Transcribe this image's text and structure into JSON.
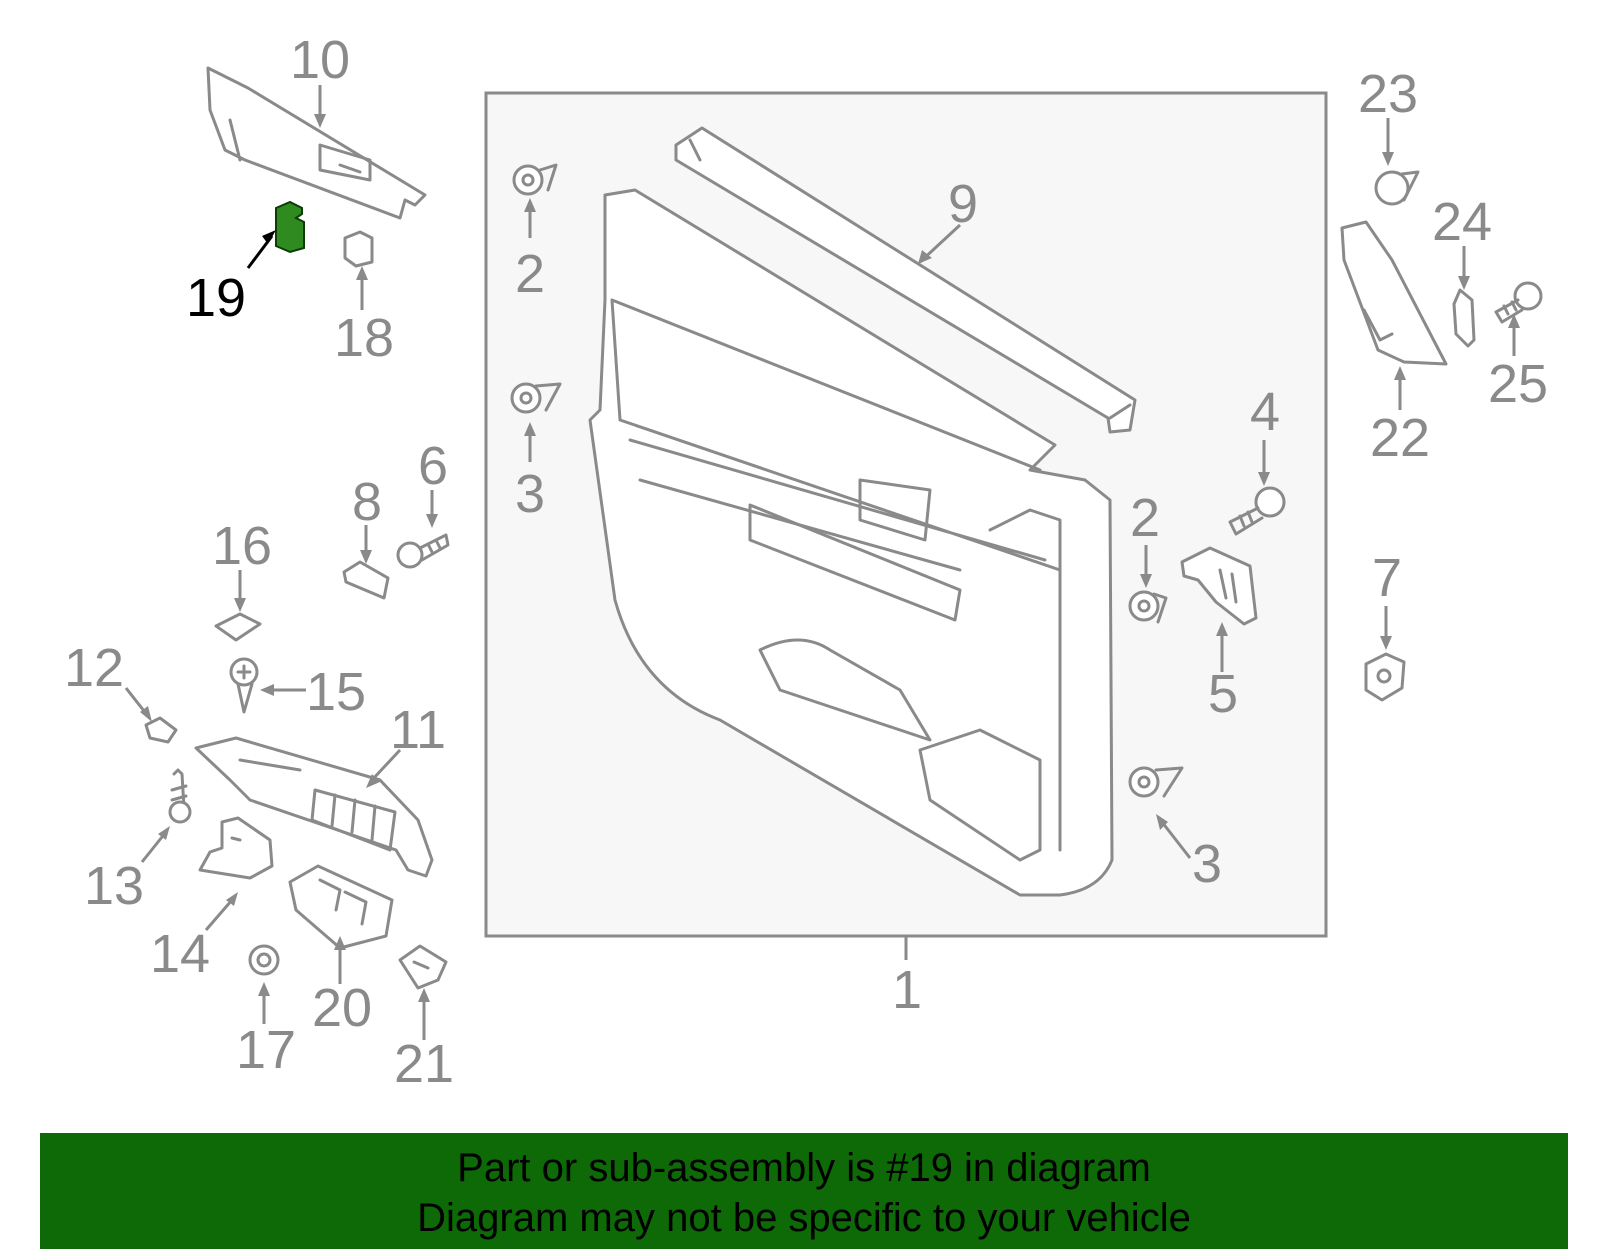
{
  "banner": {
    "line1": "Part or sub-assembly is #19 in diagram",
    "line2": "Diagram may not be specific to your vehicle",
    "background": "#0d6a07"
  },
  "highlight": {
    "part_number": "19",
    "color": "#2f8a1f"
  },
  "callouts": {
    "c1": "1",
    "c2a": "2",
    "c2b": "2",
    "c3a": "3",
    "c3b": "3",
    "c4": "4",
    "c5": "5",
    "c6": "6",
    "c7": "7",
    "c8": "8",
    "c9": "9",
    "c10": "10",
    "c11": "11",
    "c12": "12",
    "c13": "13",
    "c14": "14",
    "c15": "15",
    "c16": "16",
    "c17": "17",
    "c18": "18",
    "c19": "19",
    "c20": "20",
    "c21": "21",
    "c22": "22",
    "c23": "23",
    "c24": "24",
    "c25": "25"
  }
}
